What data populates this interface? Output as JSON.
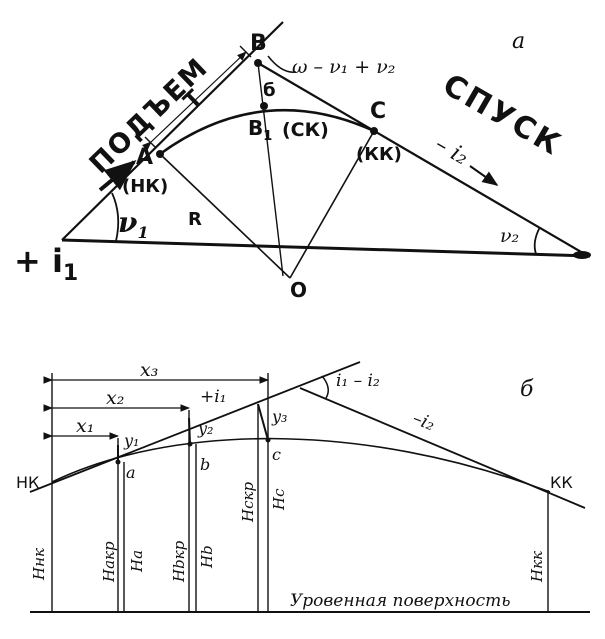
{
  "figure_a": {
    "panel_label": "а",
    "pt_B": "B",
    "pt_A": "A",
    "pt_C": "C",
    "pt_B1": "B",
    "pt_B1_sub": "1",
    "pt_O": "O",
    "lbl_b": "б",
    "lbl_T": "T",
    "lbl_R": "R",
    "lbl_NK": "(НК)",
    "lbl_SK": "(СК)",
    "lbl_KK": "(КК)",
    "angle_formula": "ω – ν₁ + ν₂",
    "nu1": "ν",
    "nu1_sub": "1",
    "nu2": "ν₂",
    "word_up": "ПОДЪЕМ",
    "word_down": "СПУСК",
    "grade_up": "+ i",
    "grade_up_sub": "1",
    "grade_down": "– i₂"
  },
  "figure_b": {
    "panel_label": "б",
    "NK": "НК",
    "KK": "КК",
    "x1": "x₁",
    "x2": "x₂",
    "x3": "x₃",
    "y1": "y₁",
    "y2": "y₂",
    "y3": "y₃",
    "grade_up": "+i₁",
    "grade_down": "–i₂",
    "angle": "i₁ – i₂",
    "pt_a": "a",
    "pt_b": "b",
    "pt_c": "c",
    "H_nk": "Hнк",
    "H_akr": "Hакр",
    "H_a": "Ha",
    "H_bkr": "Hbкр",
    "H_b": "Hb",
    "H_ckr": "Hскр",
    "H_c": "Hc",
    "H_kk": "Hкк",
    "level_surface": "Уровенная поверхность"
  }
}
